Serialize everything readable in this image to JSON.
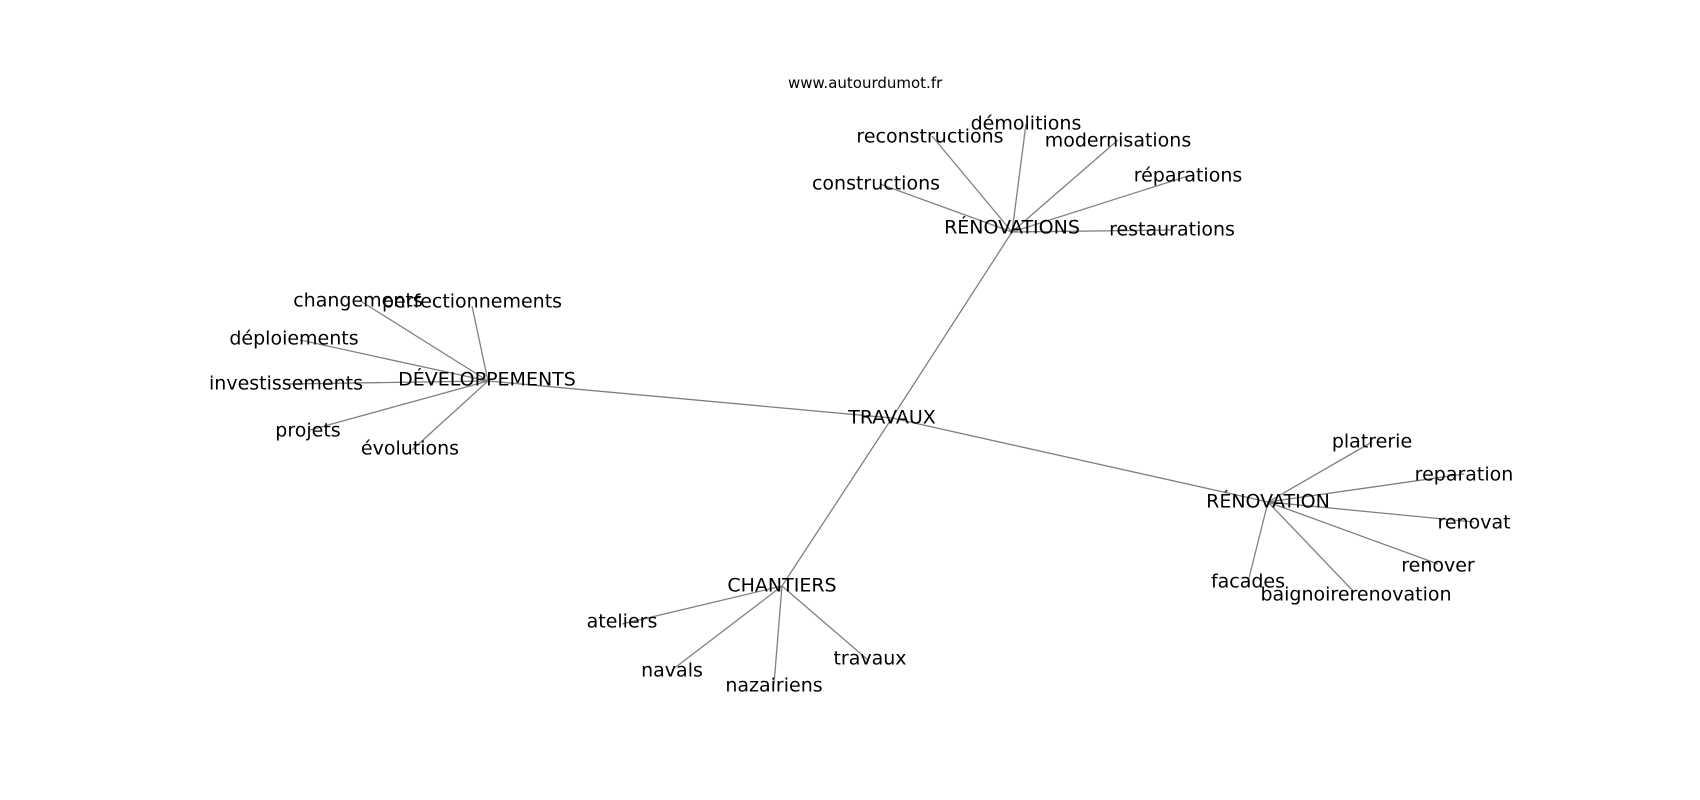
{
  "watermark": "www.autourdumot.fr",
  "colors": {
    "edge": "#808080",
    "text": "#000000",
    "background": "#ffffff"
  },
  "center": "TRAVAUX",
  "clusters": [
    {
      "hub": "RÉNOVATIONS",
      "words": [
        "démolitions",
        "reconstructions",
        "modernisations",
        "constructions",
        "réparations",
        "restaurations"
      ]
    },
    {
      "hub": "DÉVELOPPEMENTS",
      "words": [
        "changements",
        "perfectionnements",
        "déploiements",
        "investissements",
        "projets",
        "évolutions"
      ]
    },
    {
      "hub": "RÉNOVATION",
      "words": [
        "platrerie",
        "reparation",
        "renovat",
        "renover",
        "facades",
        "baignoirerenovation"
      ]
    },
    {
      "hub": "CHANTIERS",
      "words": [
        "ateliers",
        "navals",
        "nazairiens",
        "travaux"
      ]
    }
  ]
}
